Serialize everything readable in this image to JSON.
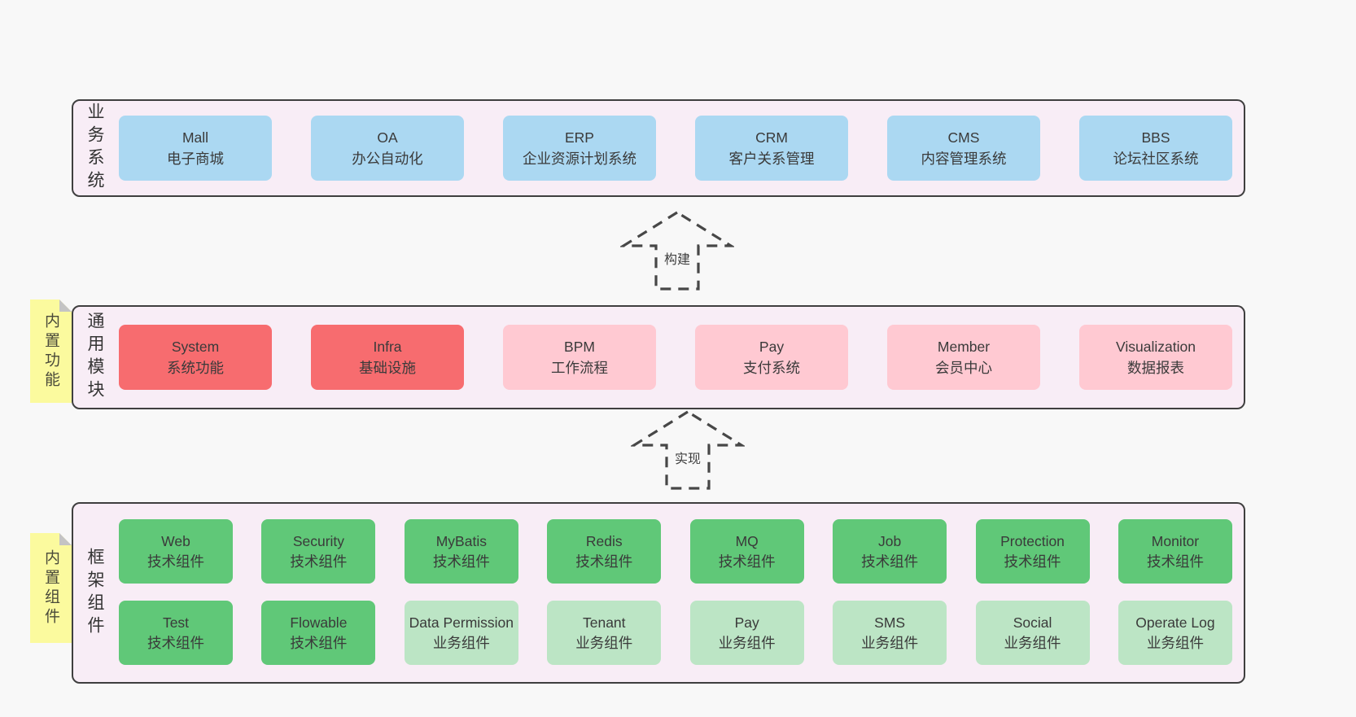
{
  "colors": {
    "bg": "#f8f8f8",
    "panel": "#f8edf6",
    "border": "#3f3f3f",
    "blue": "#abd8f2",
    "red": "#f76c6f",
    "pink": "#ffc9d2",
    "green": "#60c878",
    "lightgreen": "#bce5c5",
    "yellow": "#fbfa9e"
  },
  "arrows": {
    "build": {
      "label": "构建"
    },
    "implement": {
      "label": "实现"
    }
  },
  "sections": {
    "business": {
      "label": "业务系统",
      "boxes": [
        {
          "name": "Mall",
          "desc": "电子商城",
          "variant": "blue"
        },
        {
          "name": "OA",
          "desc": "办公自动化",
          "variant": "blue"
        },
        {
          "name": "ERP",
          "desc": "企业资源计划系统",
          "variant": "blue"
        },
        {
          "name": "CRM",
          "desc": "客户关系管理",
          "variant": "blue"
        },
        {
          "name": "CMS",
          "desc": "内容管理系统",
          "variant": "blue"
        },
        {
          "name": "BBS",
          "desc": "论坛社区系统",
          "variant": "blue"
        }
      ]
    },
    "modules": {
      "label": "通用模块",
      "sticky": "内置功能",
      "boxes": [
        {
          "name": "System",
          "desc": "系统功能",
          "variant": "red"
        },
        {
          "name": "Infra",
          "desc": "基础设施",
          "variant": "red"
        },
        {
          "name": "BPM",
          "desc": "工作流程",
          "variant": "pink"
        },
        {
          "name": "Pay",
          "desc": "支付系统",
          "variant": "pink"
        },
        {
          "name": "Member",
          "desc": "会员中心",
          "variant": "pink"
        },
        {
          "name": "Visualization",
          "desc": "数据报表",
          "variant": "pink"
        }
      ]
    },
    "framework": {
      "label": "框架组件",
      "sticky": "内置组件",
      "rows": {
        "row1": [
          {
            "name": "Web",
            "desc": "技术组件",
            "variant": "green"
          },
          {
            "name": "Security",
            "desc": "技术组件",
            "variant": "green"
          },
          {
            "name": "MyBatis",
            "desc": "技术组件",
            "variant": "green"
          },
          {
            "name": "Redis",
            "desc": "技术组件",
            "variant": "green"
          },
          {
            "name": "MQ",
            "desc": "技术组件",
            "variant": "green"
          },
          {
            "name": "Job",
            "desc": "技术组件",
            "variant": "green"
          },
          {
            "name": "Protection",
            "desc": "技术组件",
            "variant": "green"
          },
          {
            "name": "Monitor",
            "desc": "技术组件",
            "variant": "green"
          }
        ],
        "row2": [
          {
            "name": "Test",
            "desc": "技术组件",
            "variant": "green"
          },
          {
            "name": "Flowable",
            "desc": "技术组件",
            "variant": "green"
          },
          {
            "name": "Data Permission",
            "desc": "业务组件",
            "variant": "lightgreen"
          },
          {
            "name": "Tenant",
            "desc": "业务组件",
            "variant": "lightgreen"
          },
          {
            "name": "Pay",
            "desc": "业务组件",
            "variant": "lightgreen"
          },
          {
            "name": "SMS",
            "desc": "业务组件",
            "variant": "lightgreen"
          },
          {
            "name": "Social",
            "desc": "业务组件",
            "variant": "lightgreen"
          },
          {
            "name": "Operate Log",
            "desc": "业务组件",
            "variant": "lightgreen"
          }
        ]
      }
    }
  }
}
